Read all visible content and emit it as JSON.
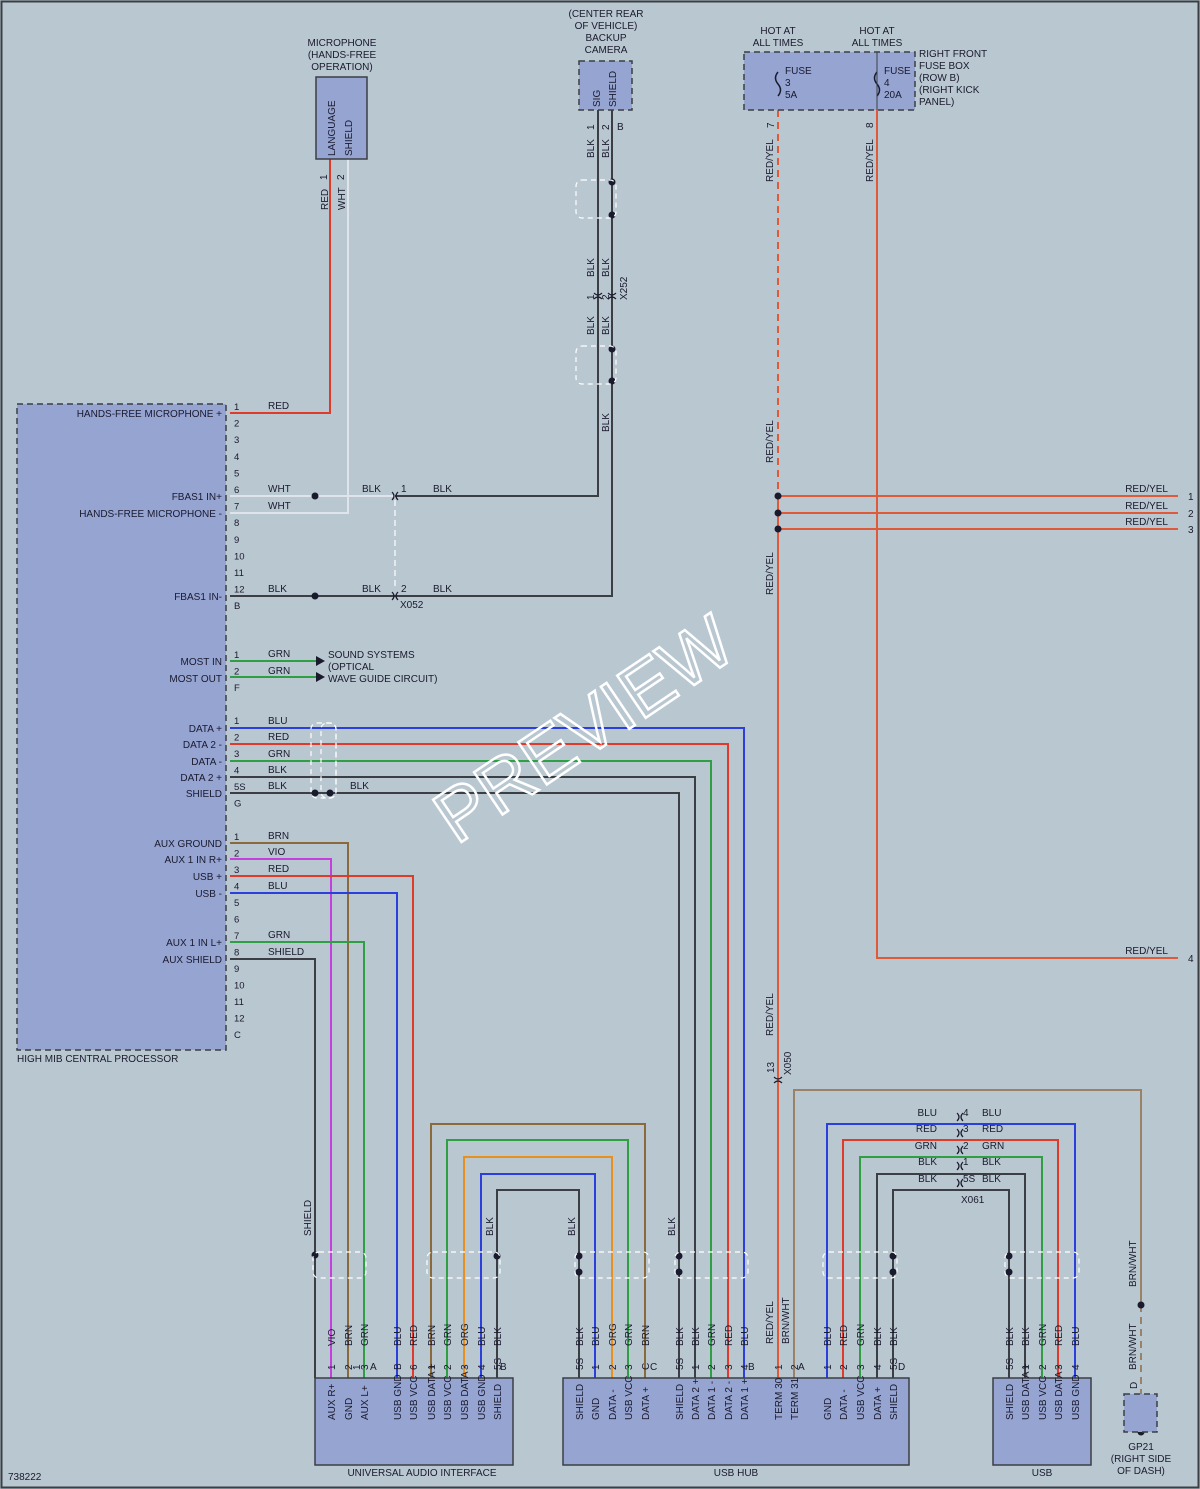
{
  "diagram_id": "738222",
  "watermark": "PREVIEW",
  "colors": {
    "background": "#b9c7d1",
    "box": "#96a4d2",
    "RED": "#e03a2a",
    "WHT": "#dfe4ea",
    "BLK": "#3b3f44",
    "GRN": "#2ea043",
    "BLU": "#2a3fdc",
    "VIO": "#c43fdc",
    "BRN": "#8a6a3a",
    "ORG": "#e8901f",
    "REDYEL": "#e05a3a",
    "BRNWHT": "#9a8266"
  },
  "components": {
    "microphone": {
      "title": [
        "MICROPHONE",
        "(HANDS-FREE",
        "OPERATION)"
      ],
      "pins": [
        "LANGUAGE",
        "SHIELD"
      ]
    },
    "camera": {
      "title": [
        "(CENTER REAR",
        "OF VEHICLE)",
        "BACKUP",
        "CAMERA"
      ],
      "pins": [
        "SIG",
        "SHIELD"
      ]
    },
    "fusebox": {
      "hot1": [
        "HOT AT",
        "ALL TIMES"
      ],
      "hot2": [
        "HOT AT",
        "ALL TIMES"
      ],
      "fuse1": [
        "FUSE",
        "3",
        "5A"
      ],
      "fuse2": [
        "FUSE",
        "4",
        "20A"
      ],
      "label": [
        "RIGHT FRONT",
        "FUSE BOX",
        "(ROW B)",
        "(RIGHT KICK",
        "PANEL)"
      ]
    },
    "processor": {
      "name": "HIGH MIB CENTRAL PROCESSOR",
      "labels": [
        {
          "text": "HANDS-FREE MICROPHONE +"
        },
        {
          "text": "FBAS1 IN+"
        },
        {
          "text": "HANDS-FREE MICROPHONE -"
        },
        {
          "text": "FBAS1 IN-"
        },
        {
          "text": "MOST IN"
        },
        {
          "text": "MOST OUT"
        },
        {
          "text": "DATA +"
        },
        {
          "text": "DATA 2 -"
        },
        {
          "text": "DATA -"
        },
        {
          "text": "DATA 2 +"
        },
        {
          "text": "SHIELD"
        },
        {
          "text": "AUX GROUND"
        },
        {
          "text": "AUX 1 IN R+"
        },
        {
          "text": "USB +"
        },
        {
          "text": "USB -"
        },
        {
          "text": "AUX 1 IN L+"
        },
        {
          "text": "AUX SHIELD"
        }
      ],
      "pinsB": [
        "1",
        "2",
        "3",
        "4",
        "5",
        "6",
        "7",
        "8",
        "9",
        "10",
        "11",
        "12",
        "B"
      ],
      "pinsF": [
        "1",
        "2",
        "F"
      ],
      "pinsG": [
        "1",
        "2",
        "3",
        "4",
        "5S",
        "G"
      ],
      "pinsC": [
        "1",
        "2",
        "3",
        "4",
        "5",
        "6",
        "7",
        "8",
        "9",
        "10",
        "11",
        "12",
        "C"
      ]
    },
    "uai": {
      "name": "UNIVERSAL AUDIO INTERFACE",
      "pins": [
        "AUX R+",
        "GND",
        "AUX L+",
        "USB GND",
        "USB VCC",
        "USB DATA +",
        "USB VCC",
        "USB DATA -",
        "USB GND",
        "SHIELD"
      ]
    },
    "usbhub": {
      "name": "USB HUB",
      "pins": [
        "SHIELD",
        "GND",
        "DATA -",
        "USB VCC",
        "DATA +",
        "SHIELD",
        "DATA 2 +",
        "DATA 1 -",
        "DATA 2 -",
        "DATA 1 +",
        "TERM 30",
        "TERM 31",
        "GND",
        "DATA -",
        "USB VCC",
        "DATA +",
        "SHIELD"
      ]
    },
    "usb": {
      "name": "USB",
      "pins": [
        "SHIELD",
        "USB DATA +",
        "USB VCC",
        "USB DATA -",
        "USB GND"
      ]
    },
    "ground": {
      "name": [
        "GP21",
        "(RIGHT SIDE",
        "OF DASH)"
      ],
      "pin": "D"
    }
  },
  "connectors": {
    "x052": "X052",
    "x252": "X252",
    "x050": "X050",
    "x061": "X061"
  },
  "sound_systems": [
    "SOUND SYSTEMS",
    "(OPTICAL",
    "WAVE GUIDE CIRCUIT)"
  ],
  "wire_colors": [
    "RED",
    "WHT",
    "BLK",
    "GRN",
    "BLU",
    "VIO",
    "BRN",
    "ORG",
    "RED/YEL",
    "BRN/WHT",
    "SHIELD"
  ],
  "pin_numbers": [
    "1",
    "2",
    "3",
    "4",
    "5",
    "6",
    "7",
    "8",
    "9",
    "13",
    "5S",
    "A",
    "B",
    "C",
    "D"
  ],
  "offpage_refs": [
    "1",
    "2",
    "3",
    "4"
  ]
}
